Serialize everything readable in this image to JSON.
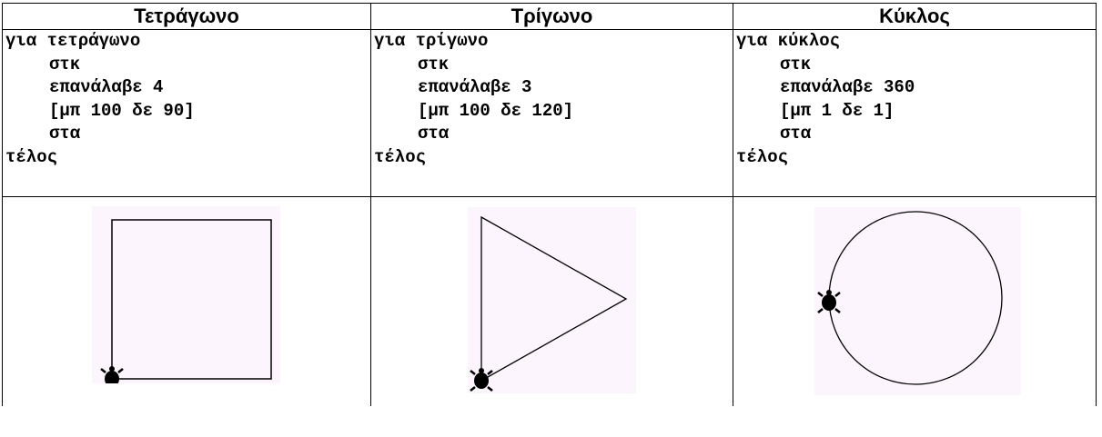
{
  "columns": [
    {
      "header": "Τετράγωνο",
      "code": [
        "για τετράγωνο",
        "στκ",
        "επανάλαβε 4",
        "[μπ 100 δε 90]",
        "στα",
        "τέλος"
      ]
    },
    {
      "header": "Τρίγωνο",
      "code": [
        "για τρίγωνο",
        "στκ",
        "επανάλαβε 3",
        "[μπ 100 δε 120]",
        "στα",
        "τέλος"
      ]
    },
    {
      "header": "Κύκλος",
      "code": [
        "για κύκλος",
        "στκ",
        "επανάλαβε 360",
        "[μπ 1 δε 1]",
        "στα",
        "τέλος"
      ]
    }
  ],
  "drawing": {
    "canvas_color": "#fdf5fd",
    "line_color": "#000000",
    "turtle_icon": "turtle-icon"
  }
}
